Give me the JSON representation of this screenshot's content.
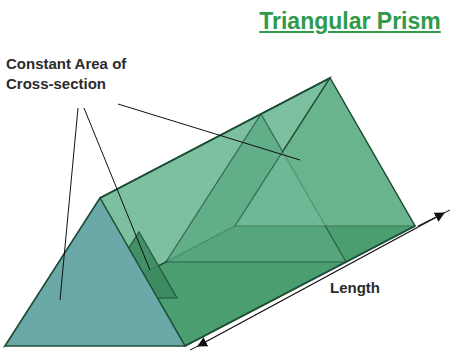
{
  "diagram": {
    "title": "Triangular Prism",
    "labels": [
      "Constant Area of Cross-section",
      "Length"
    ]
  }
}
